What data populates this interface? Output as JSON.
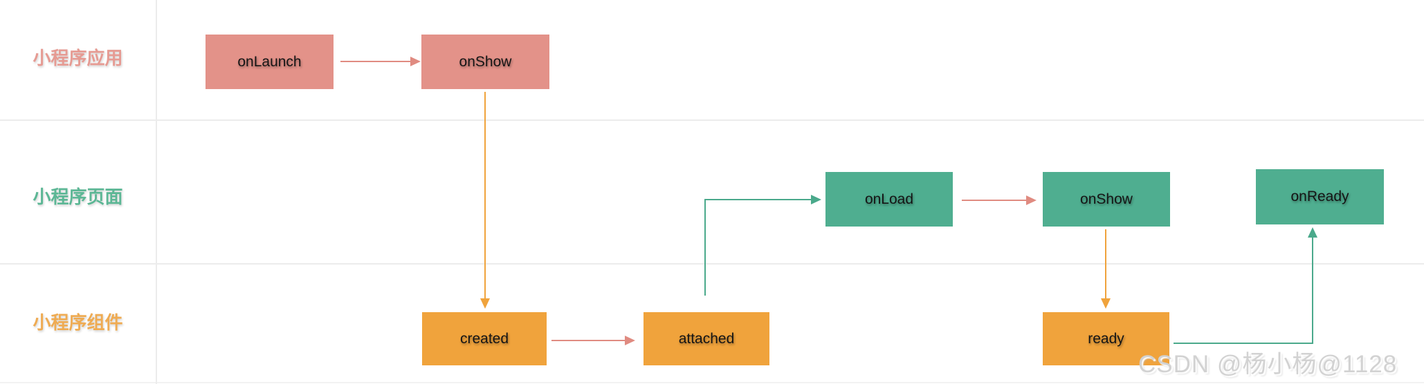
{
  "diagram": {
    "lanes": [
      {
        "label": "小程序应用",
        "color": "#e69b93"
      },
      {
        "label": "小程序页面",
        "color": "#5cb795"
      },
      {
        "label": "小程序组件",
        "color": "#efab52"
      }
    ],
    "nodes": {
      "app_onlaunch": "onLaunch",
      "app_onshow": "onShow",
      "page_onload": "onLoad",
      "page_onshow": "onShow",
      "page_onready": "onReady",
      "comp_created": "created",
      "comp_attached": "attached",
      "comp_ready": "ready"
    },
    "edges": [
      {
        "from": "app_onlaunch",
        "to": "app_onshow",
        "color": "#e08b81"
      },
      {
        "from": "app_onshow",
        "to": "comp_created",
        "color": "#f0a33c"
      },
      {
        "from": "comp_created",
        "to": "comp_attached",
        "color": "#e08b81"
      },
      {
        "from": "comp_attached",
        "to": "page_onload",
        "color": "#4aa98b"
      },
      {
        "from": "page_onload",
        "to": "page_onshow",
        "color": "#e08b81"
      },
      {
        "from": "page_onshow",
        "to": "comp_ready",
        "color": "#f0a33c"
      },
      {
        "from": "comp_ready",
        "to": "page_onready",
        "color": "#4aa98b"
      }
    ],
    "colors": {
      "app_fill": "#e39289",
      "page_fill": "#4fae90",
      "component_fill": "#f0a33c",
      "divider": "#ececec"
    }
  },
  "watermark": {
    "text": "CSDN @杨小杨@1128"
  }
}
